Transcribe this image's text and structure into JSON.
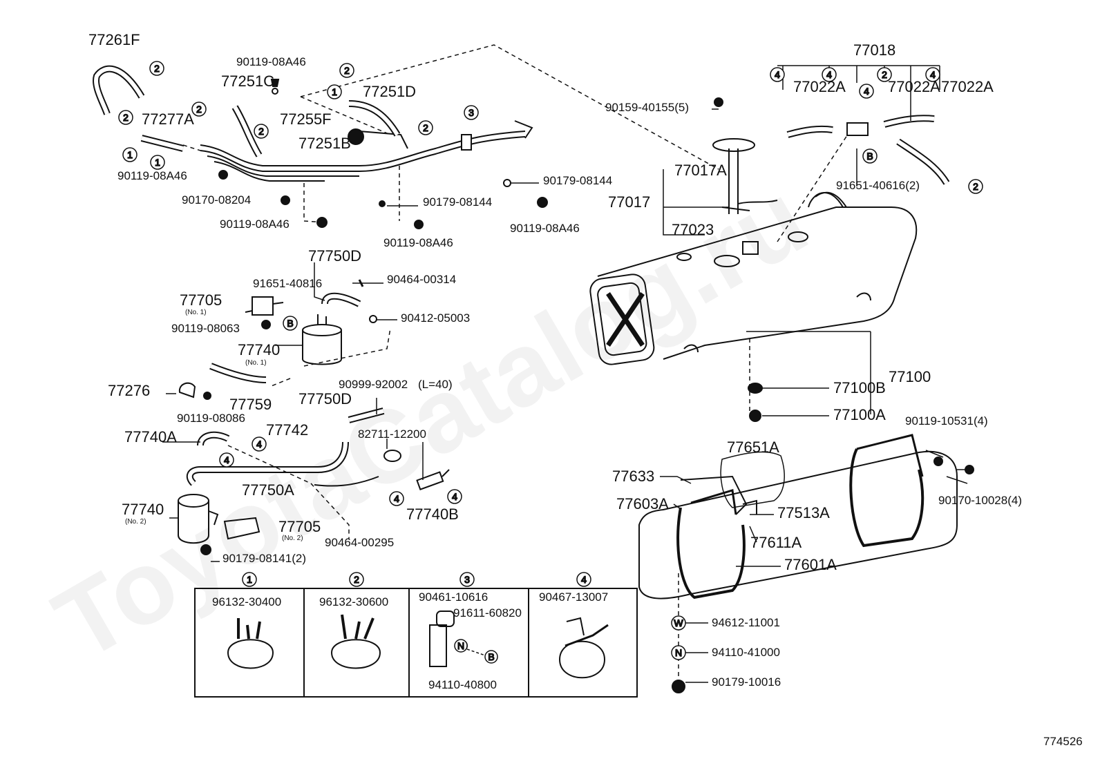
{
  "watermark": "ToyotaCatalog.ru",
  "diagram_code": "774526",
  "labels": {
    "p77261F": "77261F",
    "p90119_08A46_a": "90119-08A46",
    "p77251C": "77251C",
    "p77251D": "77251D",
    "p77277A": "77277A",
    "p77255F": "77255F",
    "p77251B": "77251B",
    "p90119_08A46_b": "90119-08A46",
    "p90170_08204": "90170-08204",
    "p90119_08A46_c": "90119-08A46",
    "p90179_08144_a": "90179-08144",
    "p90119_08A46_d": "90119-08A46",
    "p90179_08144_b": "90179-08144",
    "p90119_08A46_e": "90119-08A46",
    "p90159_40155": "90159-40155(5)",
    "p77017A": "77017A",
    "p77017": "77017",
    "p77023": "77023",
    "p77018": "77018",
    "p77022A_a": "77022A",
    "p77022A_b": "77022A",
    "p77022A_c": "77022A",
    "p91651_40616": "91651-40616(2)",
    "p77750D_a": "77750D",
    "p91651_40816": "91651-40816",
    "p90464_00314": "90464-00314",
    "p77705_1": "77705",
    "p77705_1_sub": "(No. 1)",
    "p90412_05003": "90412-05003",
    "p90119_08063": "90119-08063",
    "p77740_1": "77740",
    "p77740_1_sub": "(No. 1)",
    "p90999_92002": "90999-92002",
    "p90999_92002_len": "(L=40)",
    "p77276": "77276",
    "p77759": "77759",
    "p77750D_b": "77750D",
    "p90119_08086": "90119-08086",
    "p77742": "77742",
    "p82711_12200": "82711-12200",
    "p77740A": "77740A",
    "p77750A": "77750A",
    "p77740_2": "77740",
    "p77740_2_sub": "(No. 2)",
    "p77705_2": "77705",
    "p77705_2_sub": "(No. 2)",
    "p90464_00295": "90464-00295",
    "p77740B": "77740B",
    "p90179_08141": "90179-08141(2)",
    "p77100": "77100",
    "p77100B": "77100B",
    "p77100A": "77100A",
    "p90119_10531": "90119-10531(4)",
    "p77651A": "77651A",
    "p77633": "77633",
    "p77603A": "77603A",
    "p77513A": "77513A",
    "p77611A": "77611A",
    "p90170_10028": "90170-10028(4)",
    "p77601A": "77601A",
    "p94612_11001": "94612-11001",
    "p94110_41000": "94110-41000",
    "p90179_10016": "90179-10016"
  },
  "legend": {
    "c1_num": "1",
    "c1_part": "96132-30400",
    "c2_num": "2",
    "c2_part": "96132-30600",
    "c3_num": "3",
    "c3_part_a": "90461-10616",
    "c3_part_b": "91611-60820",
    "c3_part_c": "94110-40800",
    "c4_num": "4",
    "c4_part": "90467-13007"
  },
  "markers": {
    "one": "1",
    "two": "2",
    "three": "3",
    "four": "4",
    "B": "B",
    "N": "N",
    "W": "W"
  }
}
